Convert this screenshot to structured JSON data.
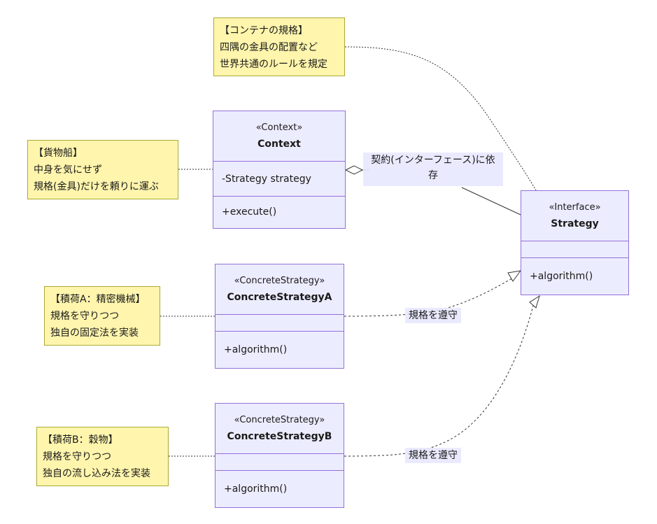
{
  "diagram": {
    "type": "uml-class-diagram",
    "colors": {
      "class_fill": "#ececff",
      "class_border": "#9370db",
      "note_fill": "#fff5ad",
      "note_border": "#aaaa33",
      "edge": "#333333"
    },
    "notes": {
      "container_standard": {
        "lines": [
          "【コンテナの規格】",
          "四隅の金具の配置など",
          "世界共通のルールを規定"
        ]
      },
      "cargo_ship": {
        "lines": [
          "【貨物船】",
          "中身を気にせず",
          "規格(金具)だけを頼りに運ぶ"
        ]
      },
      "cargo_a": {
        "lines": [
          "【積荷A：精密機械】",
          "規格を守りつつ",
          "独自の固定法を実装"
        ]
      },
      "cargo_b": {
        "lines": [
          "【積荷B：穀物】",
          "規格を守りつつ",
          "独自の流し込み法を実装"
        ]
      }
    },
    "classes": {
      "context": {
        "stereotype": "«Context»",
        "name": "Context",
        "attributes": "-Strategy strategy",
        "methods": "+execute()"
      },
      "strategy": {
        "stereotype": "«Interface»",
        "name": "Strategy",
        "attributes": "",
        "methods": "+algorithm()"
      },
      "concrete_a": {
        "stereotype": "«ConcreteStrategy»",
        "name": "ConcreteStrategyA",
        "attributes": "",
        "methods": "+algorithm()"
      },
      "concrete_b": {
        "stereotype": "«ConcreteStrategy»",
        "name": "ConcreteStrategyB",
        "attributes": "",
        "methods": "+algorithm()"
      }
    },
    "edges": {
      "aggregation_label_line1": "契約(インターフェース)に依",
      "aggregation_label_line2": "存",
      "realization_a_label": "規格を遵守",
      "realization_b_label": "規格を遵守"
    }
  }
}
